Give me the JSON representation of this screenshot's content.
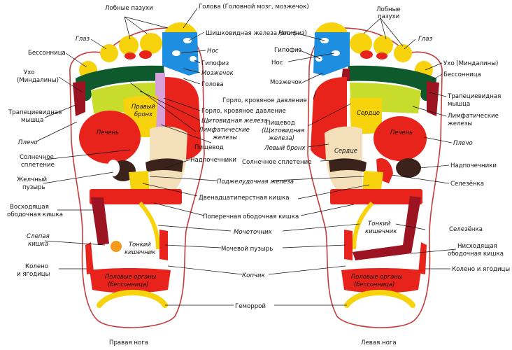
{
  "labels": {
    "lobnye_pazukhi": "Лобные пазухи",
    "golova_main": "Голова (Головной мозг, мозжечок)",
    "glaz": "Глаз",
    "shishkovidnaya": "Шишковидная железа (эпифиз)",
    "bessonnitsa": "Бессонница",
    "nos": "Нос",
    "gipofiz": "Гипофиз",
    "ukho": "Ухо (Миндалины)",
    "mozzhechok": "Мозжечок",
    "golova": "Голова",
    "gorlo": "Горло, кровяное давление",
    "trapetsievidnaya": "Трапециевидная мышца",
    "shchitovidnaya": "Щитовидная железа",
    "limfaticheskie": "Лимфатические железы",
    "pishchevod": "Пищевод",
    "pishchevod_shchit": "Пищевод (Щитовидная железа)",
    "levyy_bronkh": "Левый бронх",
    "plecho": "Плечо",
    "solnechnoe": "Солнечное сплетение",
    "nadpochechniki": "Надпочечники",
    "zhelchnyy": "Желчный пузырь",
    "podzheludochnaya": "Поджелудочная железа",
    "dvenadtsati": "Двенадцатиперстная кишка",
    "selezenka": "Селезёнка",
    "voskhodyashchaya": "Восходящая ободочная кишка",
    "poperechnaya": "Поперечная ободочная кишка",
    "moche": "Мочеточник",
    "slepaya": "Слепая кишка",
    "mochevoy": "Мочевой пузырь",
    "nishkhodyashchaya": "Нисходящая ободочная кишка",
    "koleno": "Колено и ягодицы",
    "kopchik": "Копчик",
    "gemorroy": "Геморрой",
    "pravaya_noga": "Правая нога",
    "levaya_noga": "Левая нога"
  },
  "inner": {
    "pravyy_bronkh": "Правый бронх",
    "pechen": "Печень",
    "serdtse": "Сердце",
    "tonkiy_kishechnik": "Тонкий кишечник",
    "polovye": "Половые органы (бессонница)"
  },
  "colors": {
    "red": "#e8231b",
    "dark_red": "#9c1422",
    "yellow": "#f6d30c",
    "lime": "#c8dc2c",
    "green": "#0f5a2c",
    "blue": "#1e8fe0",
    "tan": "#f3e0bb",
    "brown": "#3b231b",
    "purple": "#d8a0d8",
    "outline": "#c43c3c"
  }
}
